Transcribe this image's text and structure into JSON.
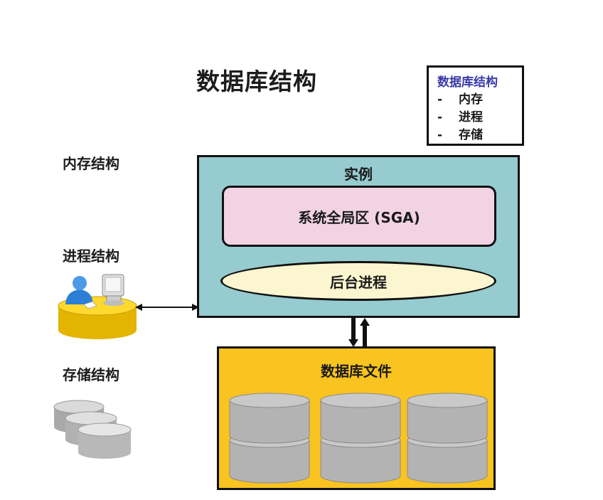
{
  "title": "数据库结构",
  "legend": {
    "title": "数据库结构",
    "items": [
      {
        "dash": "-",
        "label": "内存"
      },
      {
        "dash": "-",
        "label": "进程"
      },
      {
        "dash": "-",
        "label": "存储"
      }
    ]
  },
  "side_labels": {
    "memory": "内存结构",
    "process": "进程结构",
    "storage": "存储结构"
  },
  "instance": {
    "label": "实例",
    "sga_label": "系统全局区 (SGA)",
    "background_process_label": "后台进程"
  },
  "database_files": {
    "label": "数据库文件"
  },
  "colors": {
    "instance_fill": "#96cbd0",
    "sga_fill": "#f2d3e3",
    "background_process_fill": "#fbf6cf",
    "database_files_fill": "#f9c320",
    "disk_fill": "#c4c4c4",
    "legend_title": "#3a3aa8"
  },
  "icons": {
    "process": "user-at-computer-icon",
    "storage": "disk-stack-icon",
    "database_disk": "database-disk-icon"
  }
}
